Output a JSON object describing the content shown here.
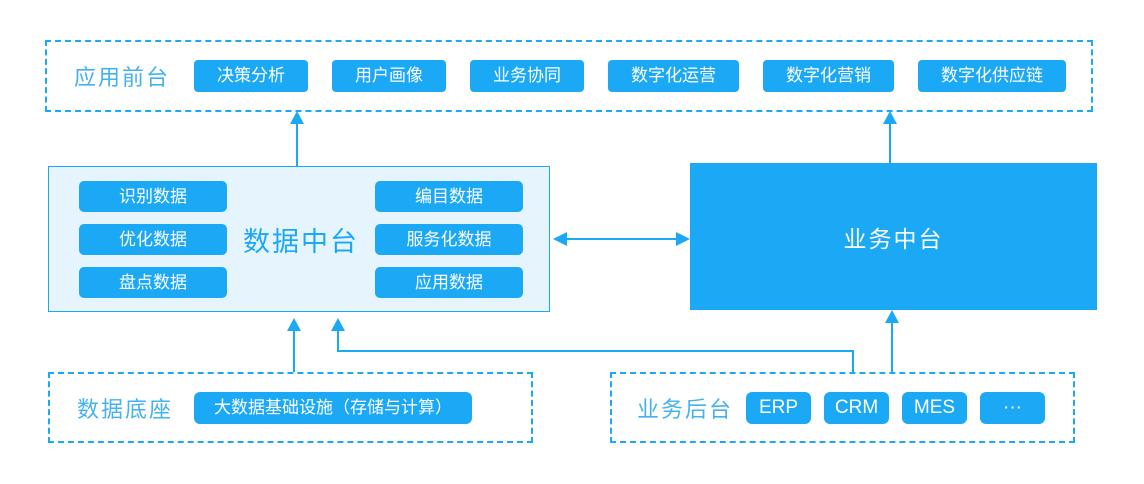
{
  "colors": {
    "brand_blue": "#1BA9F5",
    "light_fill": "#E6F4FD",
    "zone_label_blue": "#45B2EF",
    "node_text": "#FFFFFF"
  },
  "front_stage": {
    "label": "应用前台",
    "items": [
      "决策分析",
      "用户画像",
      "业务协同",
      "数字化运营",
      "数字化营销",
      "数字化供应链"
    ]
  },
  "data_platform": {
    "title": "数据中台",
    "left_items": [
      "识别数据",
      "优化数据",
      "盘点数据"
    ],
    "right_items": [
      "编目数据",
      "服务化数据",
      "应用数据"
    ]
  },
  "business_platform": {
    "title": "业务中台"
  },
  "data_foundation": {
    "label": "数据底座",
    "items": [
      "大数据基础设施（存储与计算）"
    ]
  },
  "business_backend": {
    "label": "业务后台",
    "items": [
      "ERP",
      "CRM",
      "MES",
      "···"
    ]
  }
}
